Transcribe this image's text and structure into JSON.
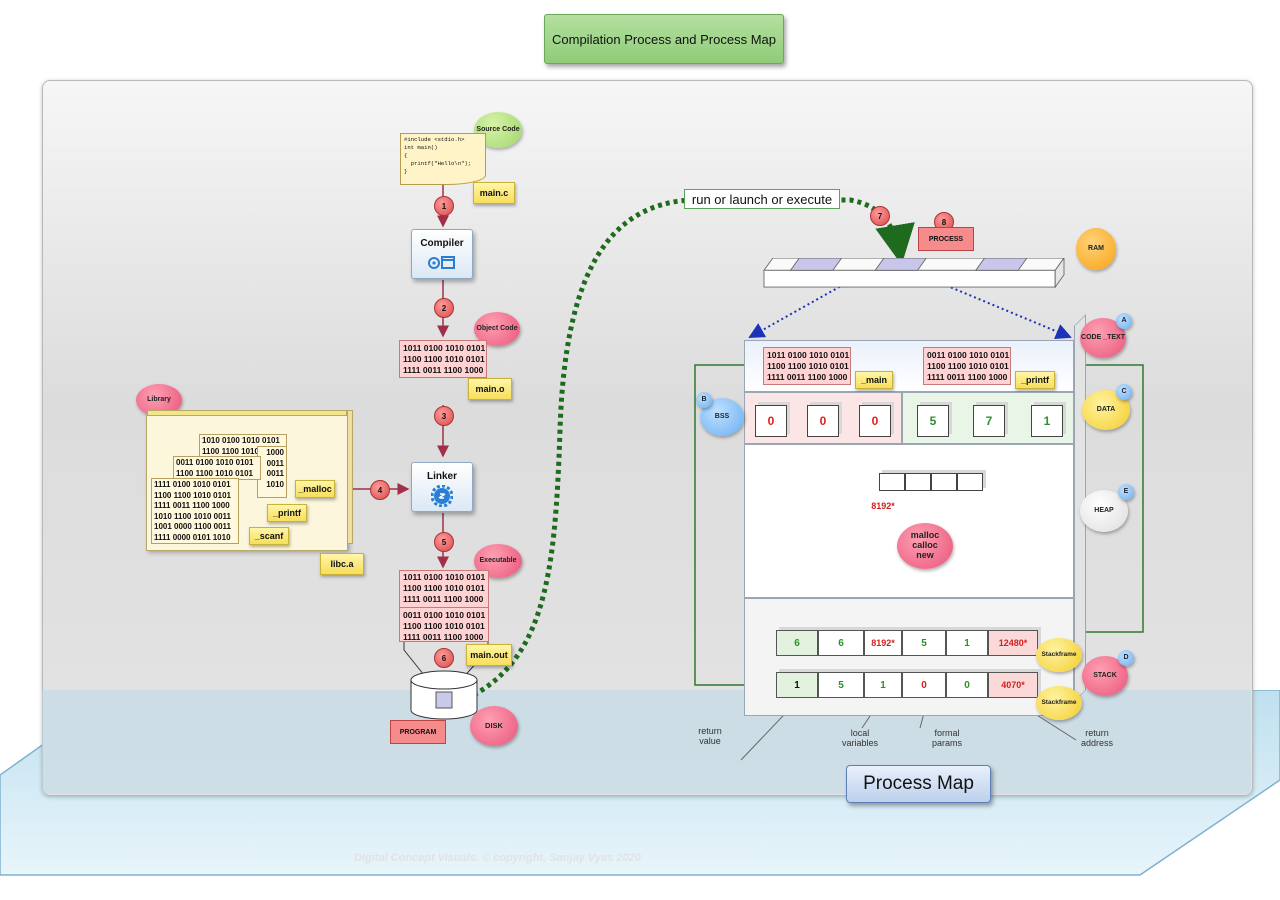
{
  "title": "Compilation Process and Process Map",
  "source": {
    "cloud": "Source Code",
    "code": "#include <stdio.h>\nint main()\n{\n  printf(\"Hello\\n\");\n}",
    "file": "main.c"
  },
  "steps": [
    "1",
    "2",
    "3",
    "4",
    "5",
    "6",
    "7",
    "8"
  ],
  "compiler": {
    "label": "Compiler"
  },
  "object": {
    "cloud": "Object Code",
    "bits": "1011 0100 1010 0101\n1100 1100 1010 0101\n1111 0011 1100 1000",
    "file": "main.o"
  },
  "library": {
    "cloud": "Library",
    "bits_back": "1010 0100 1010 0101\n1100 1100 1010 0101",
    "bits_mid": "0011 0100 1010 0101\n1100 1100 1010 0101",
    "bits_front": "1111 0100 1010 0101\n1100 1100 1010 0101\n1111 0011 1100 1000\n1010 1100 1010 0011\n1001 0000 1100 0011\n1111 0000 0101 1010",
    "side_bits": "1000\n0011\n0011\n1010",
    "symbols": [
      "_malloc",
      "_printf",
      "_scanf"
    ],
    "file": "libc.a"
  },
  "linker": {
    "label": "Linker"
  },
  "executable": {
    "cloud": "Executable",
    "bits1": "1011 0100 1010 0101\n1100 1100 1010 0101\n1111 0011 1100 1000",
    "bits2": "0011 0100 1010 0101\n1100 1100 1010 0101\n1111 0011 1100 1000",
    "file": "main.out"
  },
  "disk": {
    "cloud": "DISK",
    "program": "PROGRAM"
  },
  "run_label": "run or launch or execute",
  "process_label": "PROCESS",
  "ram": {
    "cloud": "RAM"
  },
  "code_text": {
    "cloud": "CODE _TEXT",
    "badge": "A",
    "bits_main": "1011 0100 1010 0101\n1100 1100 1010 0101\n1111 0011 1100 1000",
    "main_label": "_main",
    "bits_printf": "0011 0100 1010 0101\n1100 1100 1010 0101\n1111 0011 1100 1000",
    "printf_label": "_printf"
  },
  "bss": {
    "cloud": "BSS",
    "badge": "B",
    "values": [
      "0",
      "0",
      "0"
    ]
  },
  "data_seg": {
    "cloud": "DATA",
    "badge": "C",
    "values": [
      "5",
      "7",
      "1"
    ]
  },
  "heap": {
    "cloud": "HEAP",
    "badge": "E",
    "address": "8192*",
    "alloc": "malloc\ncalloc\nnew"
  },
  "stack": {
    "cloud": "STACK",
    "badge": "D",
    "frame_cloud": "Stackframe",
    "top_row": [
      "6",
      "6",
      "8192*",
      "5",
      "1",
      "12480*"
    ],
    "bottom_row": [
      "1",
      "5",
      "1",
      "0",
      "0",
      "4070*"
    ],
    "annotations": {
      "return_value": "return\nvalue",
      "local_variables": "local\nvariables",
      "formal_params": "formal\nparams",
      "return_address": "return\naddress"
    }
  },
  "process_map": "Process Map",
  "copyright": "Digital Concept Visuals. © copyright, Sanjay Vyas 2020",
  "colors": {
    "title_green": "#9fd88a",
    "binary_pink": "#ffd3d3",
    "dashed_path": "#1e6b1e",
    "pointer_blue": "#1a33b8",
    "stack_link": "#2e7a2e"
  }
}
